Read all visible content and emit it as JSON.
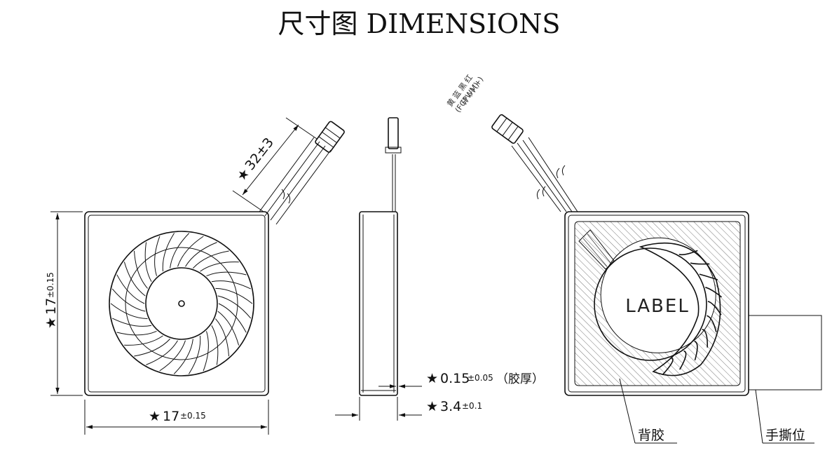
{
  "title": "尺寸图 DIMENSIONS",
  "dimensions": {
    "width": {
      "star": "★",
      "value": "17",
      "tolerance": "±0.15"
    },
    "height": {
      "star": "★",
      "value": "17",
      "tolerance": "±0.15"
    },
    "cable": {
      "star": "★",
      "value": "32±3"
    },
    "thickness": {
      "star": "★",
      "value": "3.4",
      "tolerance": "±0.1"
    },
    "adhesive": {
      "star": "★",
      "value": "0.15",
      "tolerance": "±0.05",
      "note": "（胶厚）"
    }
  },
  "back_view": {
    "label": "LABEL",
    "callout_adhesive": "背胶",
    "callout_tear": "手撕位"
  },
  "wires": [
    {
      "color": "红",
      "signal": "(+)"
    },
    {
      "color": "黑",
      "signal": "(-)"
    },
    {
      "color": "蓝",
      "signal": "(PWM)"
    },
    {
      "color": "黄",
      "signal": "(FG)"
    }
  ]
}
